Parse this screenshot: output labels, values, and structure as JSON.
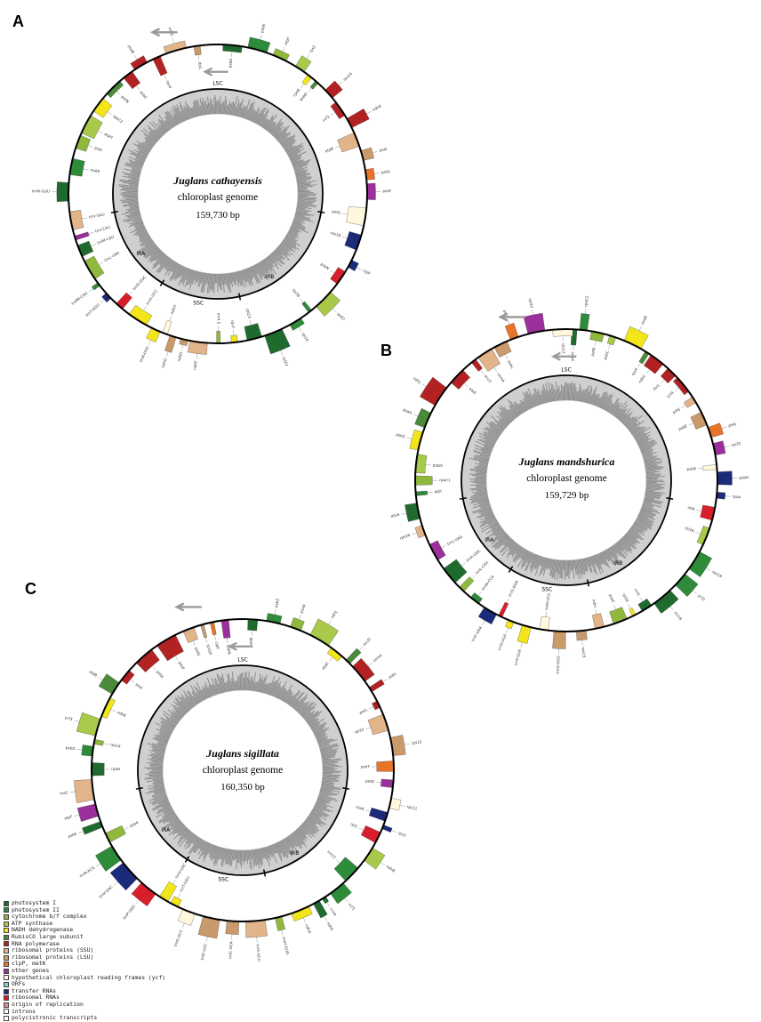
{
  "panels": [
    {
      "letter": "A",
      "species": "Juglans cathayensis",
      "subtitle": "chloroplast genome",
      "size": "159,730 bp",
      "region_labels": {
        "lsc": "LSC",
        "ssc": "SSC",
        "ira": "IRA",
        "irb": "IRB"
      }
    },
    {
      "letter": "B",
      "species": "Juglans mandshurica",
      "subtitle": "chloroplast genome",
      "size": "159,729 bp",
      "region_labels": {
        "lsc": "LSC",
        "ssc": "SSC",
        "ira": "IRA",
        "irb": "IRB"
      }
    },
    {
      "letter": "C",
      "species": "Juglans sigillata",
      "subtitle": "chloroplast genome",
      "size": "160,350 bp",
      "region_labels": {
        "lsc": "LSC",
        "ssc": "SSC",
        "ira": "IRA",
        "irb": "IRB"
      }
    }
  ],
  "gene_labels": [
    "psbA",
    "matK",
    "rps16",
    "psbK",
    "psbI",
    "atpA",
    "atpF",
    "atpH",
    "atpI",
    "rps2",
    "rpoC2",
    "rpoC1",
    "rpoB",
    "petN",
    "psbM",
    "psbD",
    "psbC",
    "psbZ",
    "rps14",
    "psaB",
    "psaA",
    "ycf3",
    "rps4",
    "ndhJ",
    "ndhK",
    "ndhC",
    "atpE",
    "atpB",
    "rbcL",
    "accD",
    "psaI",
    "ycf4",
    "cemA",
    "petA",
    "psbJ",
    "psbL",
    "psbF",
    "psbE",
    "petL",
    "petG",
    "psaJ",
    "rpl33",
    "rps18",
    "rpl20",
    "rps12",
    "clpP",
    "psbB",
    "psbT",
    "psbN",
    "psbH",
    "petB",
    "petD",
    "rpoA",
    "rps11",
    "rpl36",
    "infA",
    "rps8",
    "rpl14",
    "rpl16",
    "rps3",
    "rpl22",
    "rps19",
    "rpl2",
    "rpl23",
    "ycf2",
    "ndhB",
    "rps7",
    "rrn16",
    "rrn23",
    "rrn4.5",
    "rrn5",
    "ycf1",
    "ndhF",
    "rpl32",
    "ccsA",
    "ndhD",
    "psaC",
    "ndhE",
    "ndhG",
    "ndhI",
    "ndhA",
    "ndhH",
    "rps15",
    "trnH-GUG",
    "trnK-UUU",
    "trnQ-UUG",
    "trnS-GCU",
    "trnG-UCC",
    "trnR-UCU",
    "trnC-GCA",
    "trnD-GUC",
    "trnY-GUA",
    "trnE-UUC",
    "trnT-GGU",
    "trnS-UGA",
    "trnG-GCC",
    "trnfM-CAU",
    "trnS-GGA",
    "trnT-UGU",
    "trnL-UAA",
    "trnF-GAA",
    "trnV-UAC",
    "trnM-CAU",
    "trnW-CCA",
    "trnP-UGG",
    "trnI-CAU",
    "trnL-CAA",
    "trnV-GAC",
    "trnI-GAU",
    "trnA-UGC",
    "trnR-ACG",
    "trnN-GUU",
    "trnL-UAG"
  ],
  "legend": [
    {
      "label": "photosystem I",
      "color": "#1f6b2e"
    },
    {
      "label": "photosystem II",
      "color": "#2e8b3a"
    },
    {
      "label": "cytochrome b/f complex",
      "color": "#8fb83c"
    },
    {
      "label": "ATP synthase",
      "color": "#a8c94a"
    },
    {
      "label": "NADH dehydrogenase",
      "color": "#f2e51a"
    },
    {
      "label": "RubisCO large subunit",
      "color": "#4b8a3a"
    },
    {
      "label": "RNA polymerase",
      "color": "#b22222"
    },
    {
      "label": "ribosomal proteins (SSU)",
      "color": "#e2b48a"
    },
    {
      "label": "ribosomal proteins (LSU)",
      "color": "#c99a6b"
    },
    {
      "label": "clpP, matK",
      "color": "#e8742a"
    },
    {
      "label": "other genes",
      "color": "#9b2f9b"
    },
    {
      "label": "hypothetical chloroplast reading frames (ycf)",
      "color": "#fff8dc"
    },
    {
      "label": "ORFs",
      "color": "#7fd3c6"
    },
    {
      "label": "transfer RNAs",
      "color": "#1c2a7a"
    },
    {
      "label": "ribosomal RNAs",
      "color": "#d81e2a"
    },
    {
      "label": "origin of replication",
      "color": "#e88a8a"
    },
    {
      "label": "introns",
      "color": "#ffffff"
    },
    {
      "label": "polycistronic transcripts",
      "color": "#ffffff"
    }
  ]
}
